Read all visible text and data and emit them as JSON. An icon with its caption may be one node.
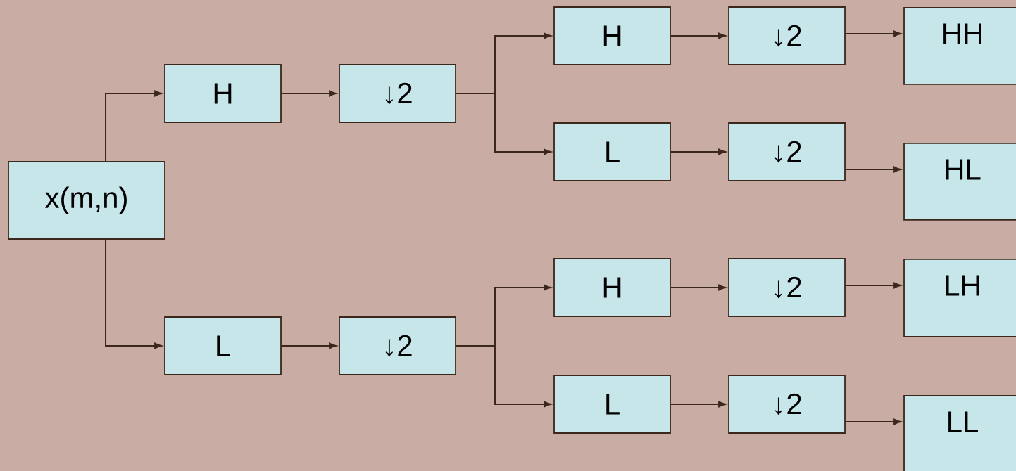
{
  "diagram": {
    "nodes": [
      {
        "text": [
          "x(m,n)"
        ]
      },
      {
        "text": [
          "H"
        ]
      },
      {
        "text": [
          "↓2"
        ]
      },
      {
        "text": [
          "L"
        ]
      },
      {
        "text": [
          "↓2"
        ]
      },
      {
        "text": [
          "H"
        ]
      },
      {
        "text": [
          "↓2"
        ]
      },
      {
        "text": [
          "HH"
        ]
      },
      {
        "text": [
          "L"
        ]
      },
      {
        "text": [
          "↓2"
        ]
      },
      {
        "text": [
          "HL"
        ]
      },
      {
        "text": [
          "H"
        ]
      },
      {
        "text": [
          "↓2"
        ]
      },
      {
        "text": [
          "LH"
        ]
      },
      {
        "text": [
          "L"
        ]
      },
      {
        "text": [
          "↓2"
        ]
      },
      {
        "text": [
          "LL"
        ]
      }
    ],
    "edges": [
      {
        "from": 0,
        "to": 1,
        "arrow": "to"
      },
      {
        "from": 0,
        "to": 3,
        "arrow": "to"
      },
      {
        "from": 1,
        "to": 2,
        "arrow": "to"
      },
      {
        "from": 3,
        "to": 4,
        "arrow": "to"
      },
      {
        "from": 2,
        "to": 5,
        "arrow": "to"
      },
      {
        "from": 2,
        "to": 8,
        "arrow": "to"
      },
      {
        "from": 4,
        "to": 11,
        "arrow": "to"
      },
      {
        "from": 4,
        "to": 14,
        "arrow": "to"
      },
      {
        "from": 5,
        "to": 6,
        "arrow": "to"
      },
      {
        "from": 6,
        "to": 7,
        "arrow": "to"
      },
      {
        "from": 8,
        "to": 9,
        "arrow": "to"
      },
      {
        "from": 9,
        "to": 10,
        "arrow": "to"
      },
      {
        "from": 11,
        "to": 12,
        "arrow": "to"
      },
      {
        "from": 12,
        "to": 13,
        "arrow": "to"
      },
      {
        "from": 14,
        "to": 15,
        "arrow": "to"
      },
      {
        "from": 15,
        "to": 16,
        "arrow": "to"
      }
    ]
  }
}
